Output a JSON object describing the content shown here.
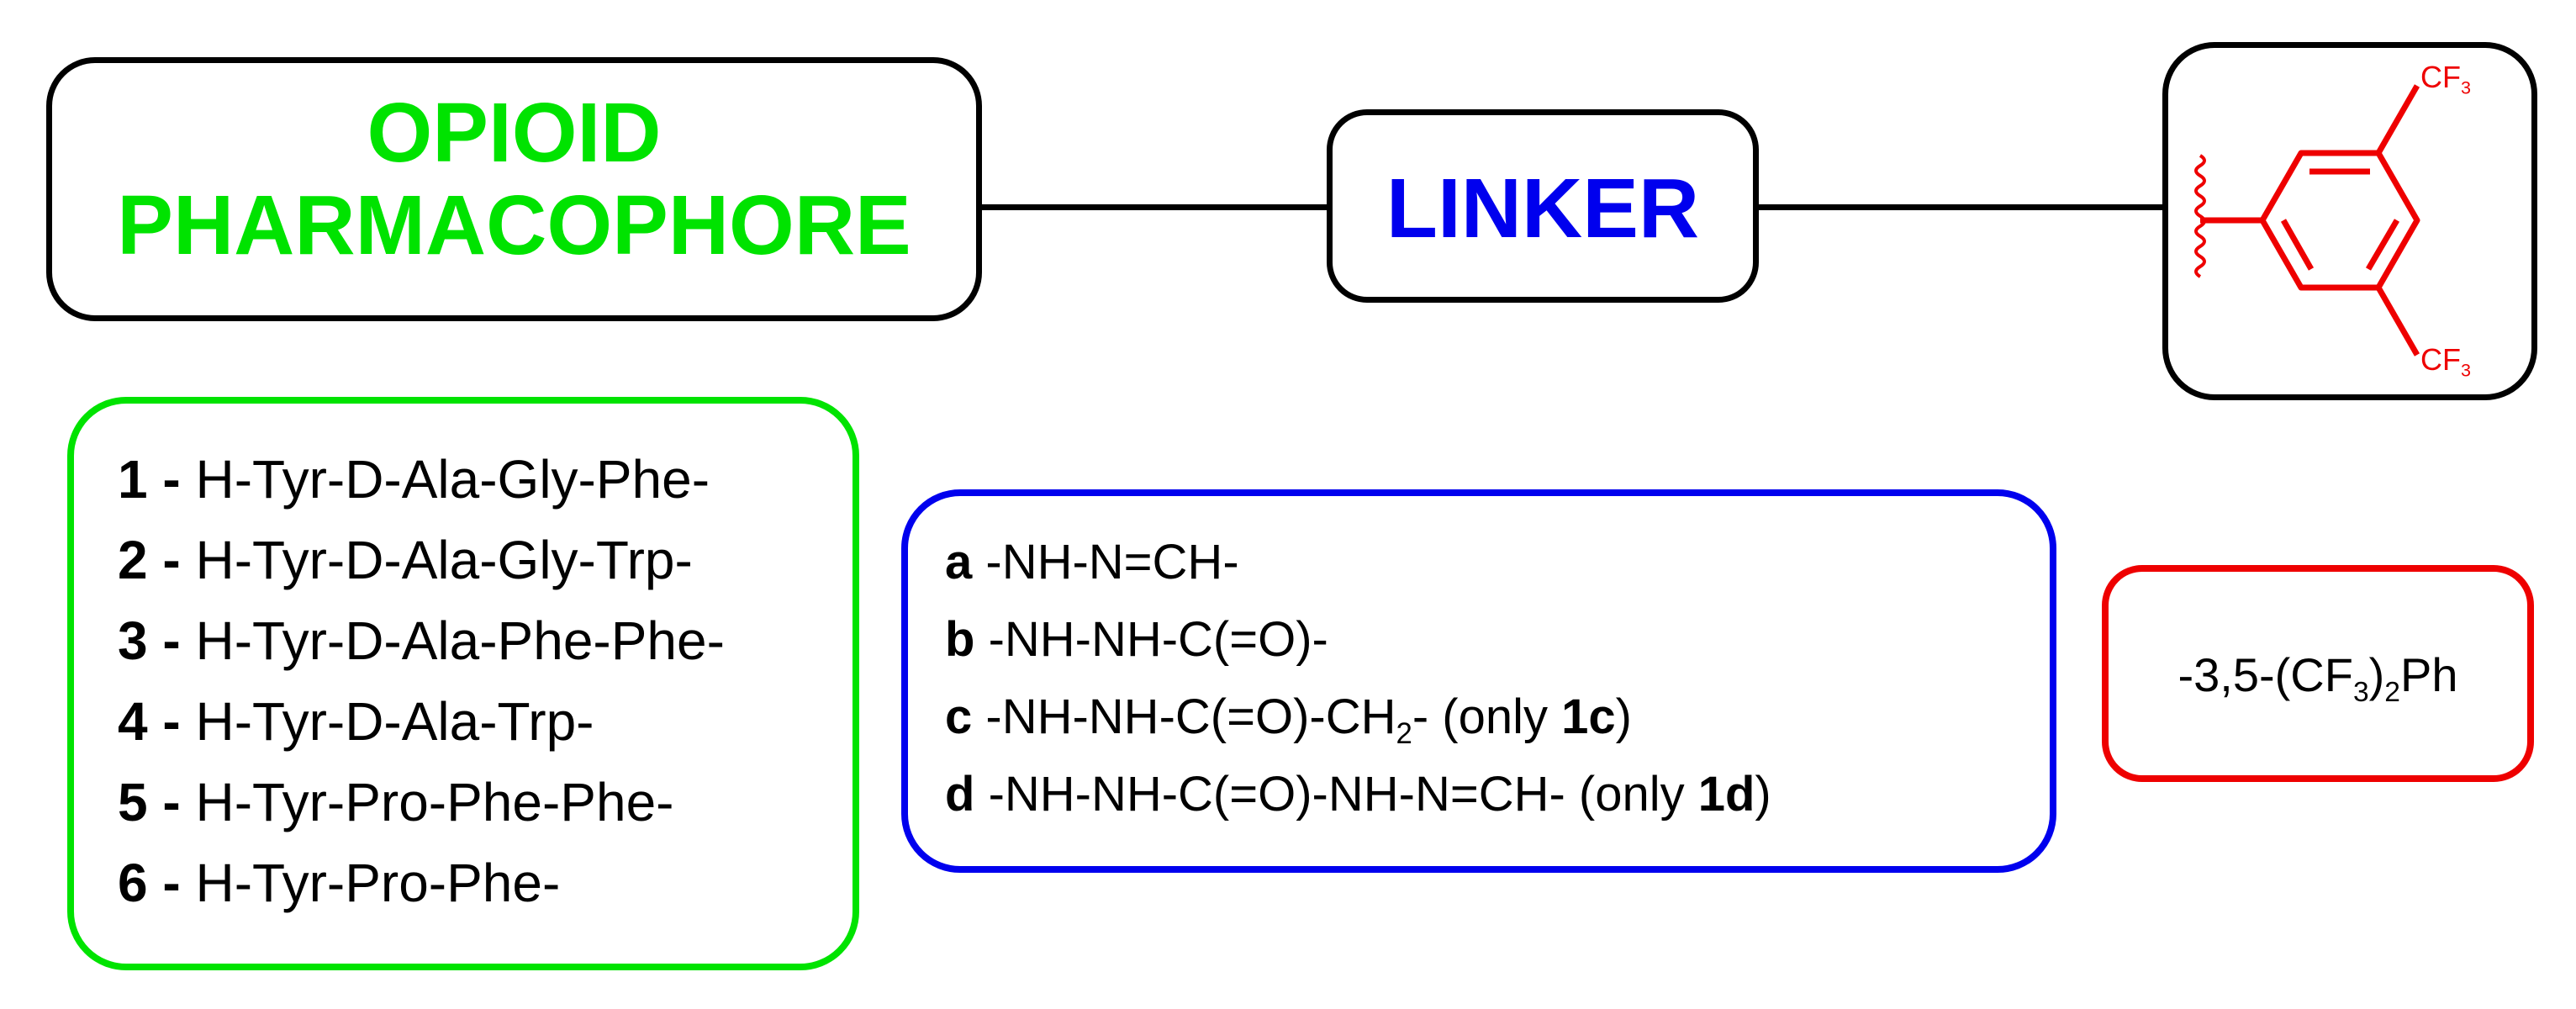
{
  "pharmacophore": {
    "title_line1": "OPIOID",
    "title_line2": "PHARMACOPHORE",
    "color": "#00e300",
    "items": [
      {
        "num": "1 -",
        "seq": "H-Tyr-D-Ala-Gly-Phe-"
      },
      {
        "num": "2 -",
        "seq": "H-Tyr-D-Ala-Gly-Trp-"
      },
      {
        "num": "3 -",
        "seq": "H-Tyr-D-Ala-Phe-Phe-"
      },
      {
        "num": "4 -",
        "seq": "H-Tyr-D-Ala-Trp-"
      },
      {
        "num": "5 -",
        "seq": "H-Tyr-Pro-Phe-Phe-"
      },
      {
        "num": "6 -",
        "seq": "H-Tyr-Pro-Phe-"
      }
    ]
  },
  "linker": {
    "title": "LINKER",
    "color": "#0000ee",
    "items": [
      {
        "code": "a",
        "formula": "-NH-N=CH-"
      },
      {
        "code": "b",
        "formula": "-NH-NH-C(=O)-"
      },
      {
        "code": "c",
        "formula_pre": "-NH-NH-C(=O)-CH",
        "formula_sub": "2",
        "formula_post": "- (only ",
        "note_bold": "1c",
        "note_end": ")"
      },
      {
        "code": "d",
        "formula": "-NH-NH-C(=O)-NH-N=CH- (only ",
        "note_bold": "1d",
        "note_end": ")"
      }
    ]
  },
  "aryl": {
    "color": "#ee0000",
    "substituent_top": "CF",
    "substituent_top_sub": "3",
    "substituent_bottom": "CF",
    "substituent_bottom_sub": "3",
    "label_pre": "-3,5-(CF",
    "label_sub1": "3",
    "label_mid": ")",
    "label_sub2": "2",
    "label_post": "Ph"
  }
}
